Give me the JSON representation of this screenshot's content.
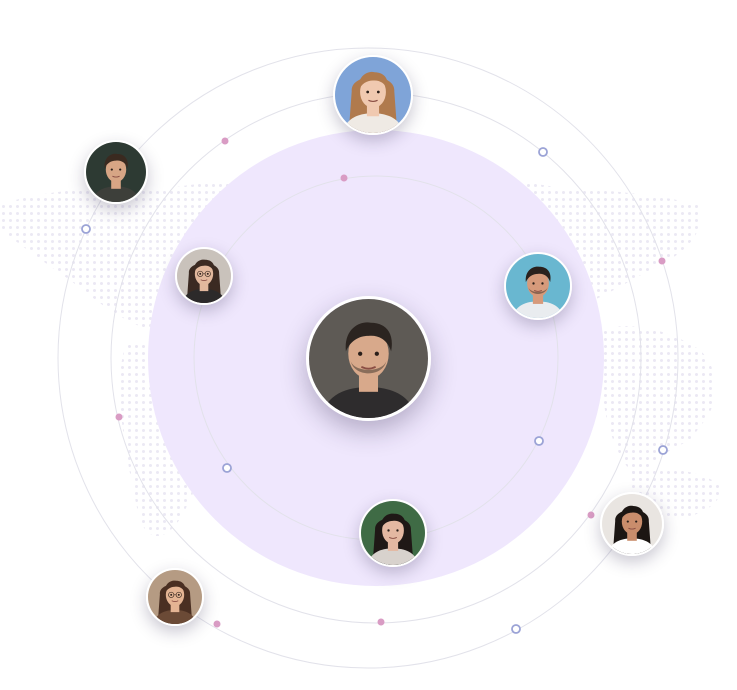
{
  "colors": {
    "background": "#ffffff",
    "halo": "#efe7fd",
    "orbit_line": "#e2e2ea",
    "dot_pink": "#d99cc4",
    "dot_ring": "#9ba3d6",
    "map_dots": "#e9e6f3"
  },
  "avatars": [
    {
      "id": "center",
      "icon": "man-dark-hair-portrait",
      "skin": "#d8a98b",
      "hair": "#2b2420",
      "bg": "#5e5a55",
      "shirt": "#2e2c2d"
    },
    {
      "id": "top",
      "icon": "woman-long-hair-portrait",
      "skin": "#f0c9b0",
      "hair": "#b07a4d",
      "bg": "#7fa4d8",
      "shirt": "#efeae4"
    },
    {
      "id": "top-left",
      "icon": "man-curly-hair-portrait",
      "skin": "#d7a585",
      "hair": "#3a2a20",
      "bg": "#2d3a33",
      "shirt": "#3d3f3a"
    },
    {
      "id": "left",
      "icon": "woman-glasses-portrait",
      "skin": "#e2b89d",
      "hair": "#3b2a22",
      "bg": "#c9c2bb",
      "shirt": "#2c2a2a"
    },
    {
      "id": "right",
      "icon": "man-stubble-portrait",
      "skin": "#d69a7b",
      "hair": "#2a211d",
      "bg": "#69b7d0",
      "shirt": "#e9ecef"
    },
    {
      "id": "bottom",
      "icon": "woman-dark-hair-portrait",
      "skin": "#e4b8a2",
      "hair": "#1f1816",
      "bg": "#3f6b45",
      "shirt": "#d8d2cd"
    },
    {
      "id": "bottom-right",
      "icon": "man-long-hair-portrait",
      "skin": "#c98d6c",
      "hair": "#1c1613",
      "bg": "#e9e5e1",
      "shirt": "#ffffff"
    },
    {
      "id": "bottom-left",
      "icon": "woman-glasses-smiling-portrait",
      "skin": "#e4b493",
      "hair": "#4a2f22",
      "bg": "#b59b83",
      "shirt": "#6b4a36"
    }
  ]
}
